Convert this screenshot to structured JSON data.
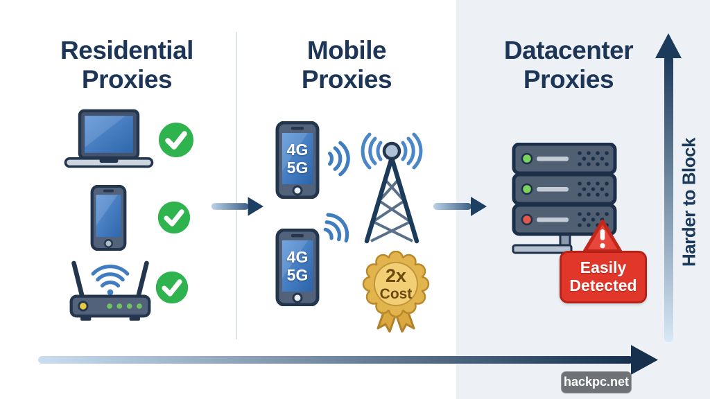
{
  "page": {
    "background": "#ffffff",
    "panel_background": "#edf1f6"
  },
  "columns": [
    {
      "id": "residential",
      "title_line1": "Residential",
      "title_line2": "Proxies",
      "devices": [
        "laptop",
        "smartphone",
        "wifi-router"
      ],
      "device_status": "approved-check"
    },
    {
      "id": "mobile",
      "title_line1": "Mobile",
      "title_line2": "Proxies",
      "network_line1": "4G",
      "network_line2": "5G",
      "badge_line1": "2x",
      "badge_line2": "Cost"
    },
    {
      "id": "datacenter",
      "title_line1": "Datacenter",
      "title_line2": "Proxies",
      "warning_line1": "Easily",
      "warning_line2": "Detected"
    }
  ],
  "axes": {
    "vertical_label": "Harder to Block"
  },
  "watermark": {
    "text": "hackpc.net"
  },
  "icons": [
    "laptop-icon",
    "smartphone-icon",
    "wifi-router-icon",
    "check-icon",
    "arrow-right-icon",
    "signal-waves-icon",
    "cell-tower-icon",
    "cost-badge-icon",
    "server-rack-icon",
    "warning-triangle-icon",
    "up-arrow-icon",
    "bottom-axis-arrow-icon"
  ],
  "colors": {
    "title_navy": "#1d3556",
    "outline_navy": "#24364e",
    "arrow_dark": "#1c3a5a",
    "arrow_light": "#c3daed",
    "screen_blue": "#3f7cc0",
    "check_green": "#2eb34f",
    "badge_gold": "#e2b44e",
    "warning_red": "#e0372a",
    "panel_gray_blue": "#edf1f6"
  }
}
